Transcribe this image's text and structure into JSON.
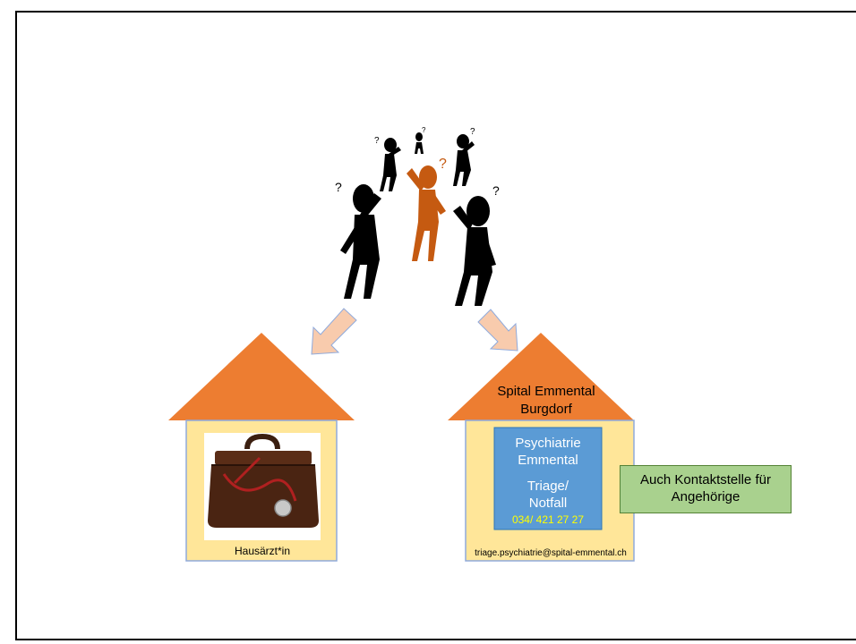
{
  "houses": [
    {
      "label": "Hausärzt*in",
      "image": "doctor-bag-with-stethoscope"
    },
    {
      "roof_label_line1": "Spital Emmental",
      "roof_label_line2": "Burgdorf",
      "inner_title_line1": "Psychiatrie",
      "inner_title_line2": "Emmental",
      "triage_line1": "Triage/",
      "triage_line2": "Notfall",
      "phone": "034/ 421 27 27",
      "email": "triage.psychiatrie@spital-emmental.ch"
    }
  ],
  "contact_note_line1": "Auch Kontaktstelle für",
  "contact_note_line2": "Angehörige",
  "colors": {
    "roof": "#ed7d31",
    "wall": "#ffe699",
    "wall_border": "#8faadc",
    "psychiatry_box": "#5b9bd5",
    "contact_box": "#a9d18e",
    "arrow": "#f8cbad",
    "phone_text": "#ffff00",
    "figure_highlight": "#c55a11"
  },
  "icons": [
    "confused-person-icon",
    "doctor-bag-icon",
    "arrow-down-left-icon",
    "arrow-down-right-icon"
  ]
}
